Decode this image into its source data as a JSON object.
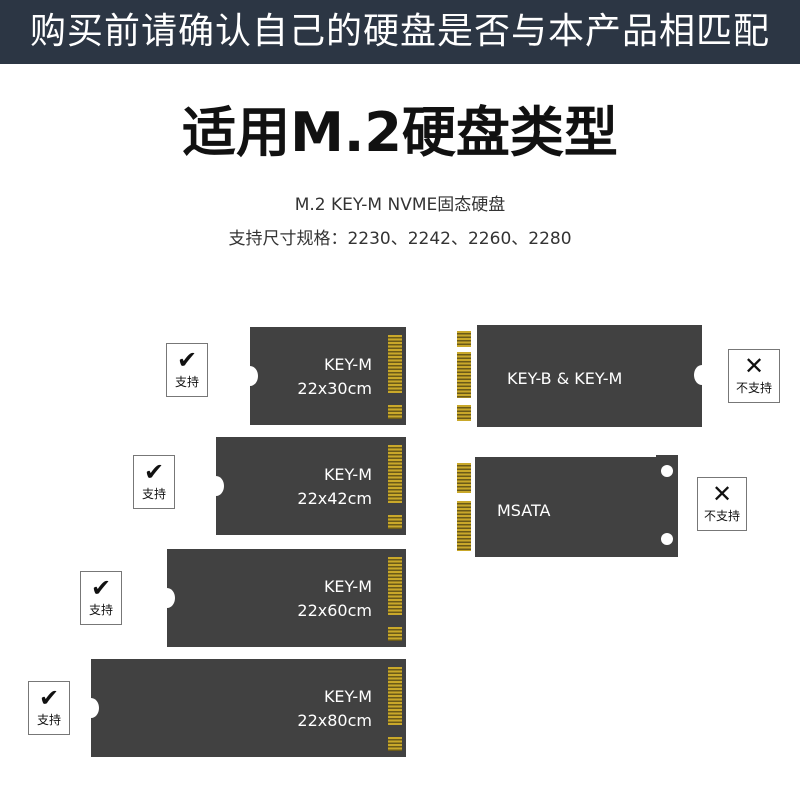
{
  "banner": "购买前请确认自己的硬盘是否与本产品相匹配",
  "title": "适用M.2硬盘类型",
  "subtitle1": "M.2 KEY-M NVME固态硬盘",
  "subtitle2": "支持尺寸规格：2230、2242、2260、2280",
  "supported": [
    {
      "key": "KEY-M",
      "size": "22x30cm",
      "badge": "支持",
      "icon": "check-icon"
    },
    {
      "key": "KEY-M",
      "size": "22x42cm",
      "badge": "支持",
      "icon": "check-icon"
    },
    {
      "key": "KEY-M",
      "size": "22x60cm",
      "badge": "支持",
      "icon": "check-icon"
    },
    {
      "key": "KEY-M",
      "size": "22x80cm",
      "badge": "支持",
      "icon": "check-icon"
    }
  ],
  "unsupported": [
    {
      "key": "KEY-B & KEY-M",
      "badge": "不支持",
      "icon": "cross-icon"
    },
    {
      "key": "MSATA",
      "badge": "不支持",
      "icon": "cross-icon"
    }
  ],
  "glyphs": {
    "check": "✔",
    "cross": "✕"
  }
}
